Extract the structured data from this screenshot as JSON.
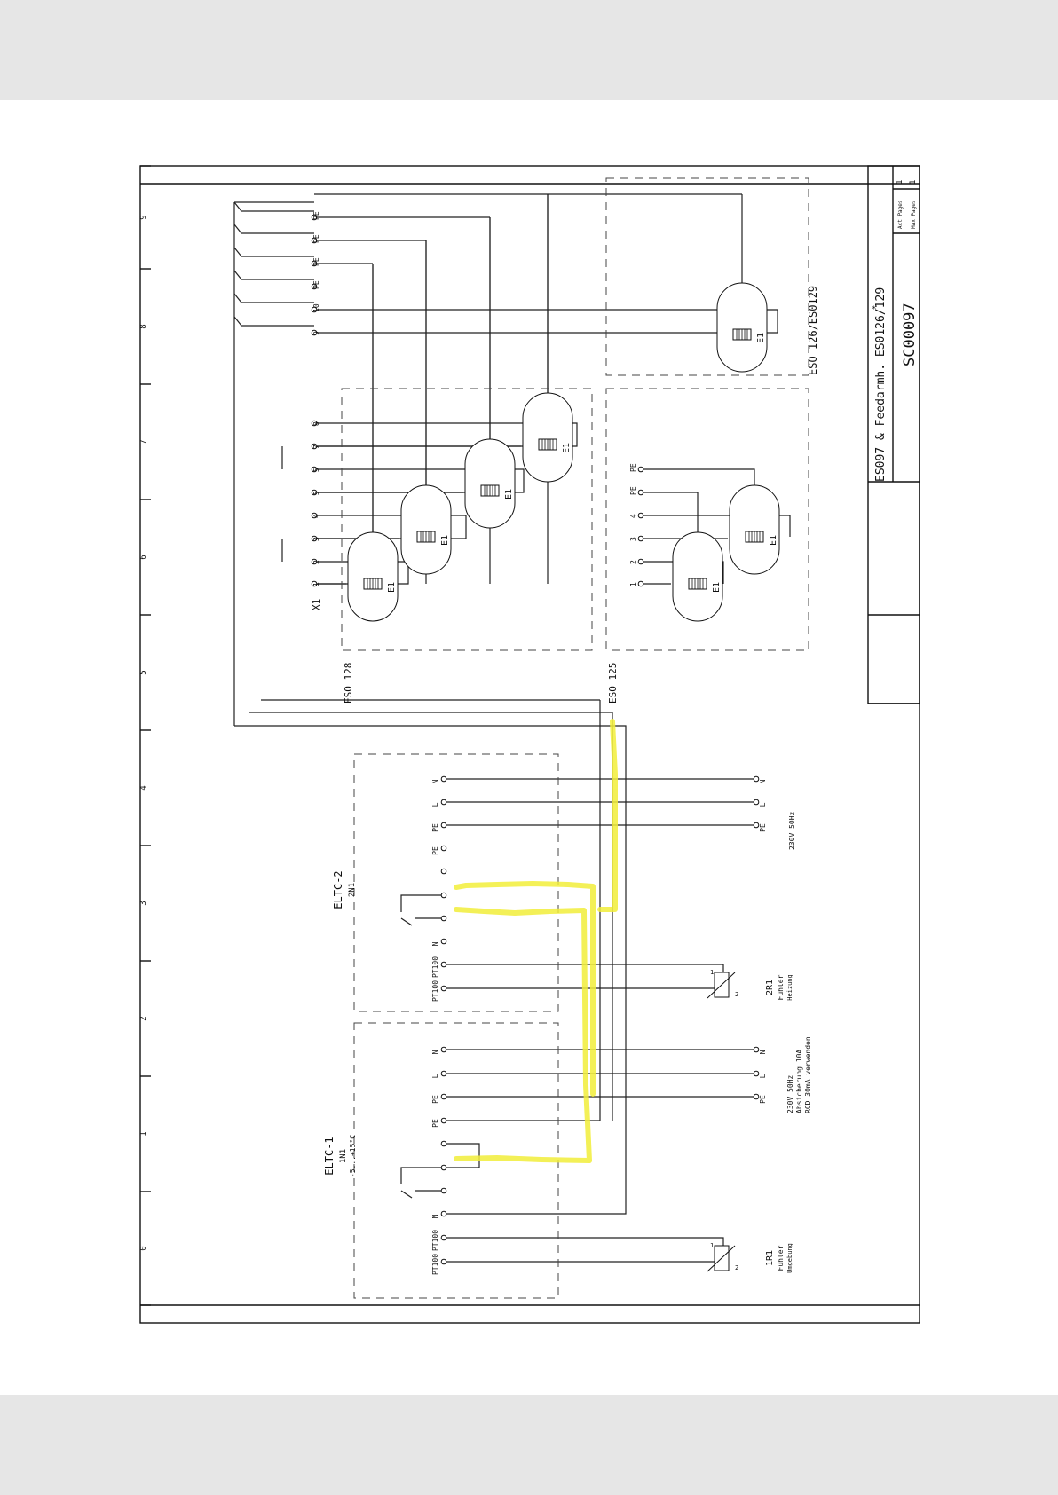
{
  "viewer": {
    "background": "#e6e6e6"
  },
  "highlight_color": "#f2ee3a",
  "border": {
    "column_numbers": [
      "0",
      "1",
      "2",
      "3",
      "4",
      "5",
      "6",
      "7",
      "8",
      "9"
    ]
  },
  "title_block": {
    "title": "ES097 & Feedarmh. ES0126/129",
    "superscript": "*",
    "drawing_number": "SC00097",
    "act_pages_label": "Act Pages",
    "act_pages_value": "1",
    "max_pages_label": "Max Pages",
    "max_pages_value": "1"
  },
  "groups": {
    "eso128": "ESO 128",
    "eso125": "ESO 125",
    "eso126_129": "ESO 126/ES0129"
  },
  "heater_label": "E1",
  "terminal_strip": {
    "name": "X1",
    "terminals": [
      "1",
      "2",
      "3",
      "4",
      "5",
      "5",
      "7",
      "8",
      "9",
      "10",
      "PE",
      "PE",
      "PE",
      "PE"
    ]
  },
  "eso125_terminals": [
    "1",
    "2",
    "3",
    "4",
    "PE",
    "PE"
  ],
  "controllers": {
    "eltc1": {
      "name": "ELTC-1",
      "ref": "1N1",
      "range": "-5...+15°C"
    },
    "eltc2": {
      "name": "ELTC-2",
      "ref": "2N1"
    }
  },
  "pins": {
    "n": "N",
    "l": "L",
    "pe": "PE",
    "pt100": "PT100"
  },
  "supply": {
    "eltc1": [
      "230V 50Hz",
      "Absicherung 10A",
      "RCD 30mA verwenden"
    ],
    "eltc2": "230V 50Hz"
  },
  "sensors": {
    "r1": {
      "name": "1R1",
      "line1": "Fühler",
      "line2": "Umgebung",
      "pin1": "1",
      "pin2": "2"
    },
    "r2": {
      "name": "2R1",
      "line1": "Fühler",
      "line2": "Heizung",
      "pin1": "1",
      "pin2": "2"
    }
  }
}
